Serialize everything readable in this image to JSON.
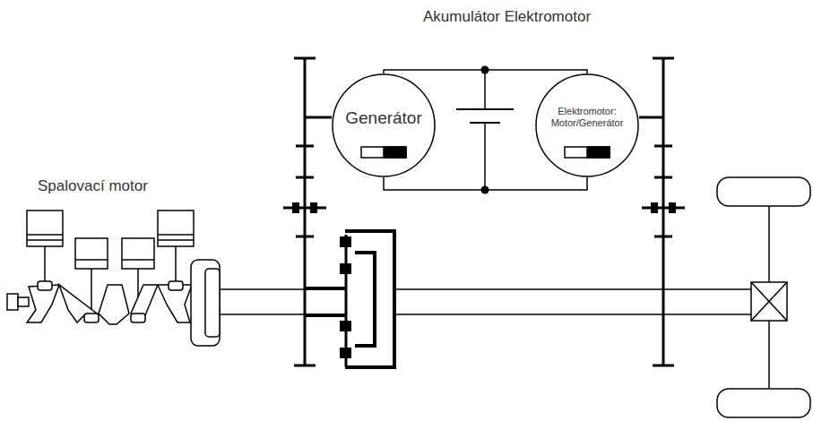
{
  "diagram": {
    "nodes": [
      {
        "text": [
          "Generátor"
        ]
      },
      {
        "text": [
          "Elektromotor: Motor/Generátor"
        ]
      }
    ],
    "edges": [
      {
        "from": 0,
        "to": 1,
        "arrow": "none"
      },
      {
        "from": 0,
        "to": 1,
        "arrow": "none"
      }
    ],
    "labels": [
      "Akumulátor Elektromotor",
      "Spalovací motor"
    ]
  }
}
